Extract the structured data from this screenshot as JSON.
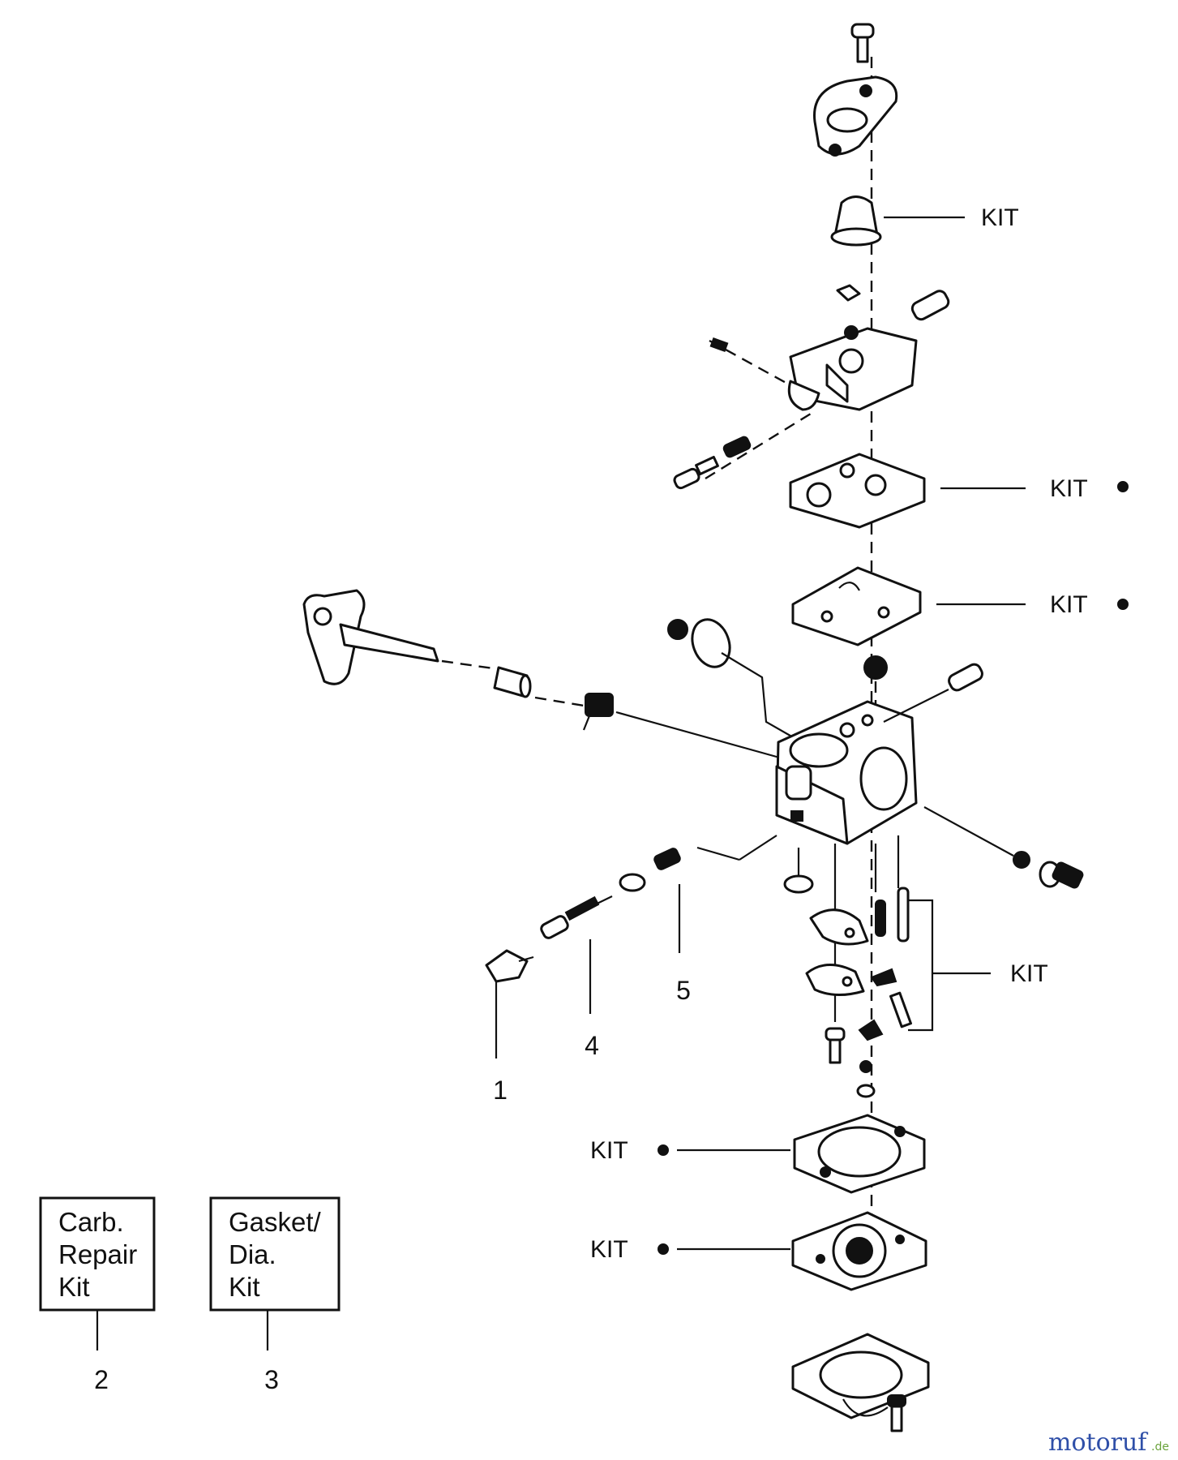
{
  "callouts": {
    "kit_primer": "KIT",
    "kit_gasket_upper": "KIT",
    "kit_diaphragm_upper": "KIT",
    "kit_needle_group": "KIT",
    "kit_gasket_lower": "KIT",
    "kit_diaphragm_lower": "KIT"
  },
  "item_numbers": {
    "n1": "1",
    "n2": "2",
    "n3": "3",
    "n4": "4",
    "n5": "5"
  },
  "kit_boxes": {
    "carb_repair": {
      "line1": "Carb.",
      "line2": "Repair",
      "line3": "Kit"
    },
    "gasket_dia": {
      "line1": "Gasket/",
      "line2": "Dia.",
      "line3": "Kit"
    }
  },
  "watermark": {
    "brand": "motoruf",
    "suffix": ".de"
  },
  "colors": {
    "ink": "#111111",
    "paper": "#ffffff",
    "watermark_blue": "#2f4fa8",
    "watermark_green": "#6aa33c"
  }
}
